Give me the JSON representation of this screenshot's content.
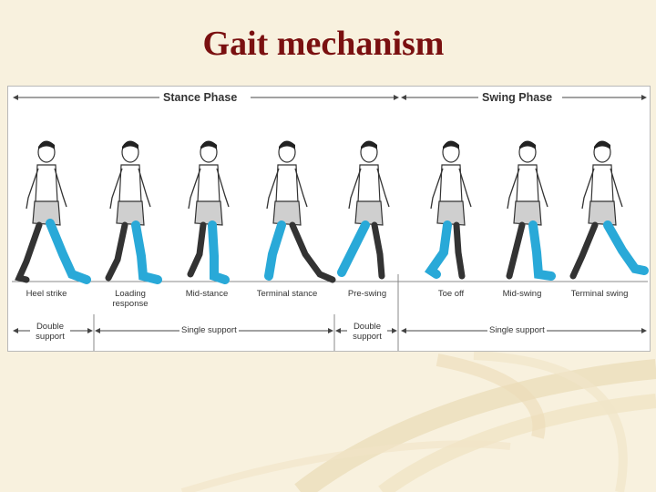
{
  "slide": {
    "title": "Gait mechanism"
  },
  "diagram": {
    "phases": [
      {
        "label": "Stance Phase"
      },
      {
        "label": "Swing Phase"
      }
    ],
    "events": [
      {
        "label": "Heel strike"
      },
      {
        "label": "Loading response"
      },
      {
        "label": "Mid-stance"
      },
      {
        "label": "Terminal stance"
      },
      {
        "label": "Pre-swing"
      },
      {
        "label": "Toe off"
      },
      {
        "label": "Mid-swing"
      },
      {
        "label": "Terminal swing"
      }
    ],
    "support": [
      {
        "label": "Double support"
      },
      {
        "label": "Single support"
      },
      {
        "label": "Double support"
      },
      {
        "label": "Single support"
      }
    ]
  },
  "colors": {
    "title": "#7a1010",
    "leg_highlight": "#29a9d8",
    "background": "#f8f1de"
  }
}
